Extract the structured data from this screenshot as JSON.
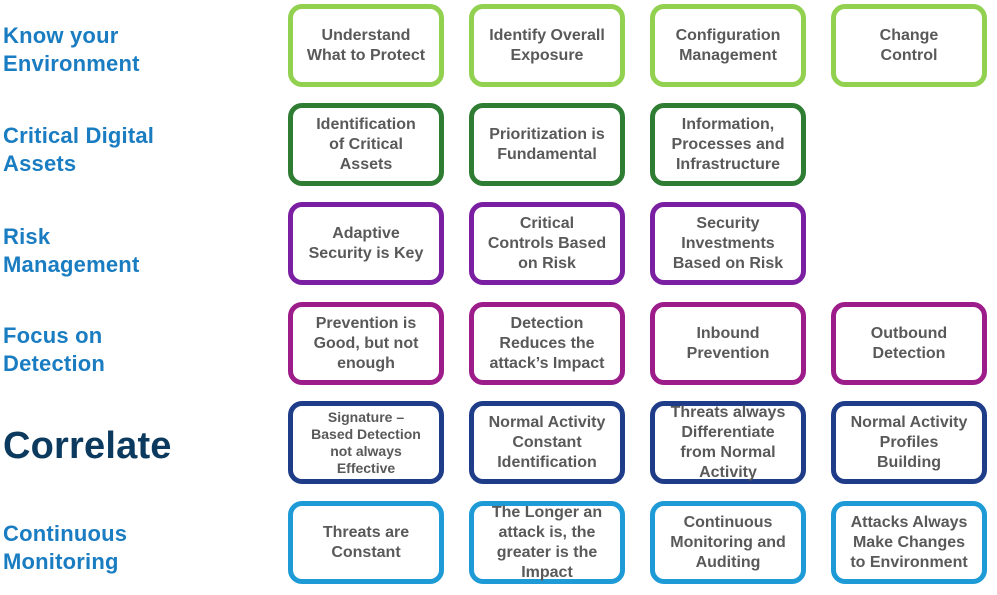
{
  "colors": {
    "label_blue": "#1a7cc1",
    "label_dark": "#0b3a5e",
    "card_text": "#595959",
    "light_green": "#92d050",
    "dark_green": "#2e7d32",
    "purple": "#7b1fa2",
    "magenta": "#9c1c8a",
    "navy": "#1f3c88",
    "light_blue": "#1e9ad6"
  },
  "rows": [
    {
      "label": "Know your\nEnvironment",
      "cards": [
        "Understand\nWhat to Protect",
        "Identify Overall\nExposure",
        "Configuration\nManagement",
        "Change\nControl"
      ]
    },
    {
      "label": "Critical Digital\nAssets",
      "cards": [
        "Identification\nof Critical\nAssets",
        "Prioritization is\nFundamental",
        "Information,\nProcesses and\nInfrastructure"
      ]
    },
    {
      "label": "Risk\nManagement",
      "cards": [
        "Adaptive\nSecurity is Key",
        "Critical\nControls Based\non Risk",
        "Security\nInvestments\nBased on Risk"
      ]
    },
    {
      "label": "Focus on\nDetection",
      "cards": [
        "Prevention is\nGood, but not\nenough",
        "Detection\nReduces the\nattack’s Impact",
        "Inbound\nPrevention",
        "Outbound\nDetection"
      ]
    },
    {
      "label": "Correlate",
      "cards": [
        "Signature –\nBased Detection\nnot always\nEffective",
        "Normal Activity\nConstant\nIdentification",
        "Threats always\nDifferentiate\nfrom Normal\nActivity",
        "Normal Activity\nProfiles\nBuilding"
      ]
    },
    {
      "label": "Continuous\nMonitoring",
      "cards": [
        "Threats are\nConstant",
        "The Longer an\nattack is, the\ngreater is the\nImpact",
        "Continuous\nMonitoring and\nAuditing",
        "Attacks Always\nMake Changes\nto Environment"
      ]
    }
  ]
}
